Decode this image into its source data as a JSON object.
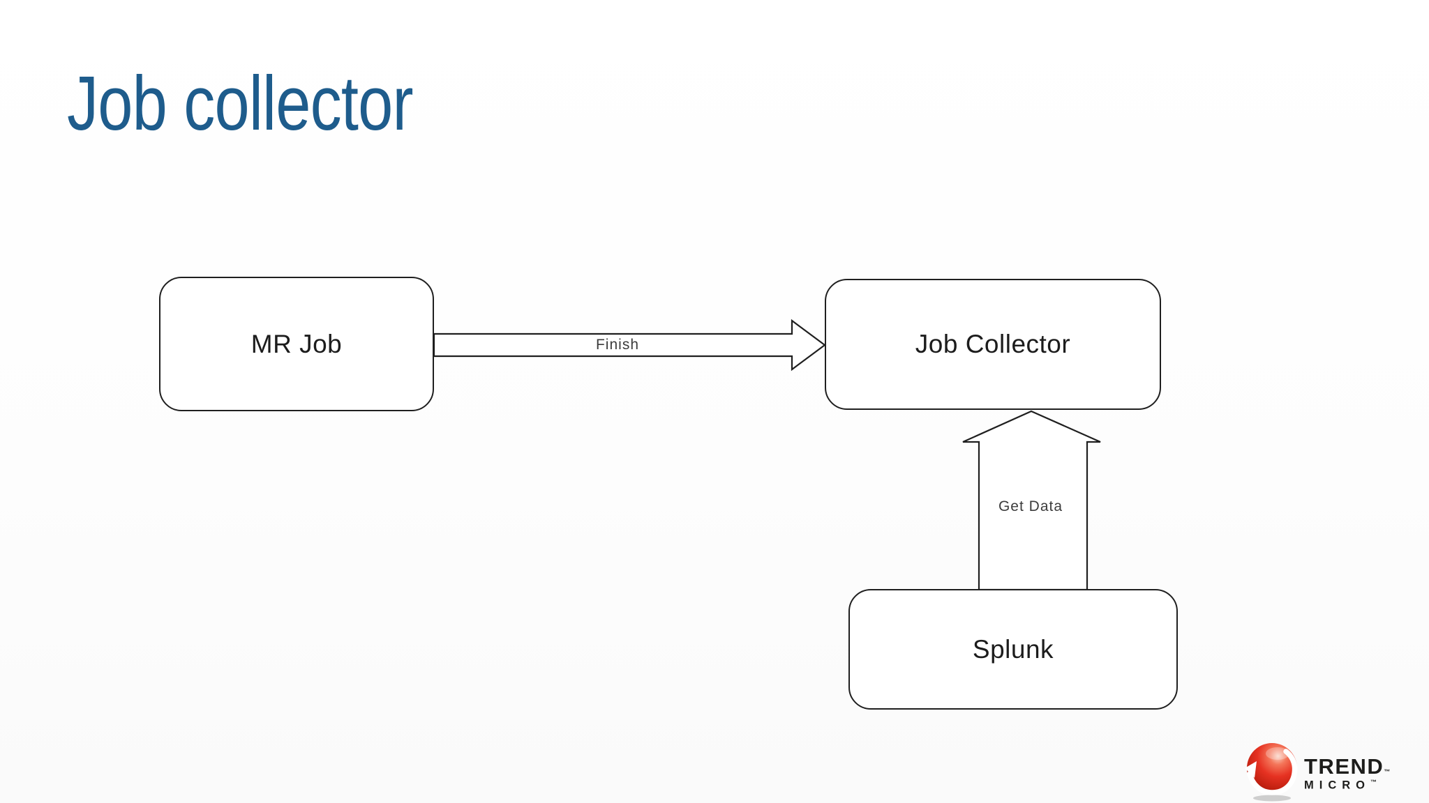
{
  "slide": {
    "title": "Job collector",
    "title_color": "#1e5c8c",
    "background_color": "#fdfdfd"
  },
  "diagram": {
    "stroke_color": "#1f1f1f",
    "nodes": [
      {
        "id": "mr-job",
        "label": "MR Job"
      },
      {
        "id": "job-collector",
        "label": "Job Collector"
      },
      {
        "id": "splunk",
        "label": "Splunk"
      }
    ],
    "edges": [
      {
        "from": "MR Job",
        "to": "Job Collector",
        "label": "Finish",
        "style": "hollow-block-arrow",
        "direction": "right"
      },
      {
        "from": "Splunk",
        "to": "Job Collector",
        "label": "Get Data",
        "style": "hollow-block-arrow",
        "direction": "up"
      }
    ]
  },
  "branding": {
    "icon": "trend-micro-sphere-icon",
    "line1": "TREND",
    "line2": "MICRO",
    "trademark": "™",
    "red_color": "#e63222",
    "text_color": "#1d1d1b"
  }
}
